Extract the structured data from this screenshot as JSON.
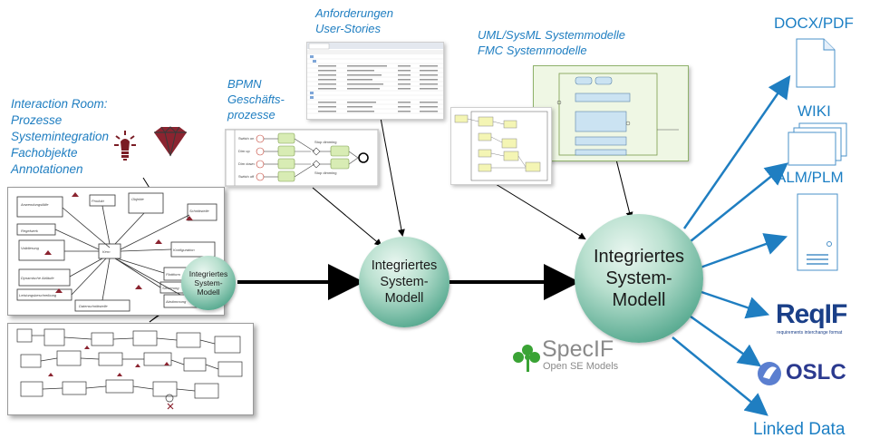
{
  "labels": {
    "interaction_room": "Interaction Room:\nProzesse\nSystemintegration\nFachobjekte\nAnnotationen",
    "bpmn": "BPMN\nGeschäfts-\nprozesse",
    "anforderungen": "Anforderungen\nUser-Stories",
    "uml": "UML/SysML Systemmodelle\nFMC Systemmodelle"
  },
  "nodes": {
    "small": "Integriertes\nSystem-\nModell",
    "medium": "Integriertes\nSystem-\nModell",
    "large": "Integriertes\nSystem-\nModell"
  },
  "outputs": {
    "docx": "DOCX/PDF",
    "wiki": "WIKI",
    "alm": "ALM/PLM",
    "reqif": "ReqIF",
    "reqif_sub": "requirements interchange format",
    "oslc": "OSLC",
    "linked": "Linked Data"
  },
  "specif": {
    "title": "SpecIF",
    "subtitle": "Open SE Models"
  },
  "colors": {
    "arrow": "#1f7ec1",
    "node_green": "#5fae95",
    "label_blue": "#1f7ec1"
  }
}
